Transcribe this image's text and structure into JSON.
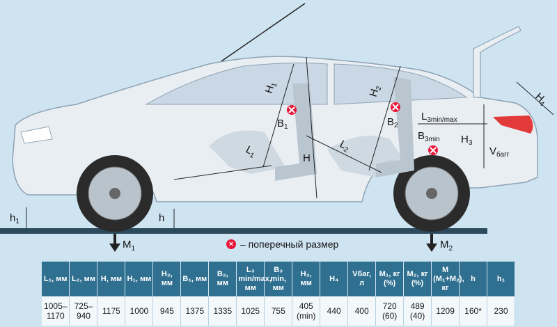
{
  "labels": {
    "H1_front": "H",
    "H1_front_sub": "1",
    "H2_rear": "H",
    "H2_rear_sub": "2",
    "B1": "B",
    "B1_sub": "1",
    "B2": "B",
    "B2_sub": "2",
    "B3": "B",
    "B3_sub": "3min",
    "L1": "L",
    "L1_sub": "1",
    "L2": "L",
    "L2_sub": "2",
    "L3": "L",
    "L3_sub": "3min/max",
    "H": "H",
    "H3": "H",
    "H3_sub": "3",
    "H4": "H",
    "H4_sub": "4",
    "V": "V",
    "V_sub": "багг",
    "h1": "h",
    "h1_sub": "1",
    "h": "h"
  },
  "weights": {
    "M1": "M",
    "M1_sub": "1",
    "M2": "M",
    "M2_sub": "2"
  },
  "legend": {
    "text": "– поперечный размер"
  },
  "table": {
    "headers": [
      "L₁, мм",
      "L₂, мм",
      "H, мм",
      "H₁, мм",
      "H₂, мм",
      "B₁, мм",
      "B₂, мм",
      "L₃ min/max, мм",
      "B₃ min, мм",
      "H₃, мм",
      "H₄",
      "Vбаг, л",
      "M₁, кг (%)",
      "M₂, кг (%)",
      "M (M₁+M₂), кг",
      "h",
      "h₁"
    ],
    "row": [
      "1005–1170",
      "725–940",
      "1175",
      "1000",
      "945",
      "1375",
      "1335",
      "1025",
      "755",
      "405 (min)",
      "440",
      "400",
      "720 (60)",
      "489 (40)",
      "1209",
      "160*",
      "230"
    ]
  }
}
